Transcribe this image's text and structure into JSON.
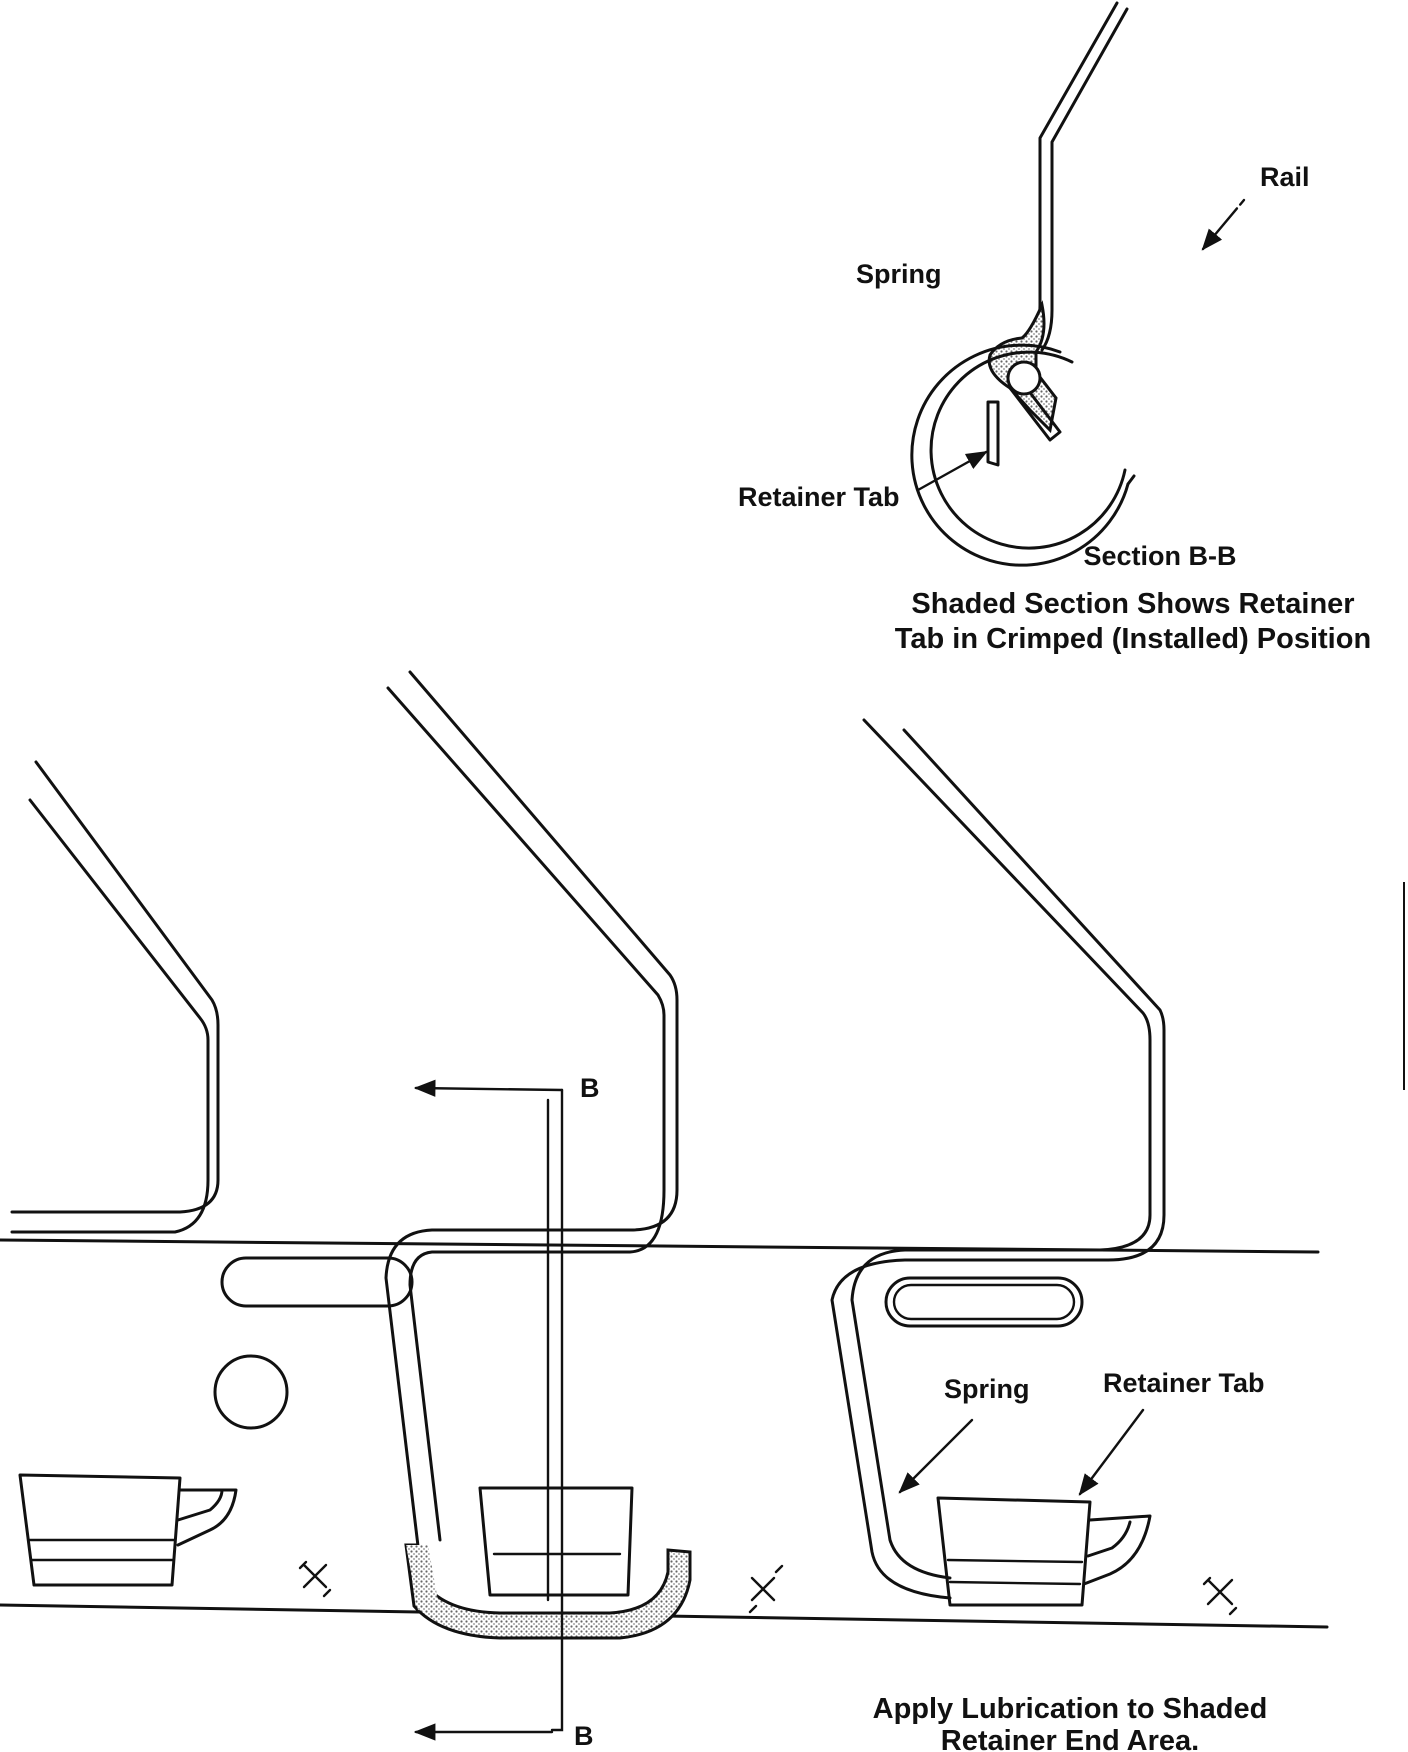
{
  "section_view": {
    "rail_label": "Rail",
    "spring_label": "Spring",
    "retainer_tab_label": "Retainer Tab",
    "title": "Section B-B",
    "caption_line1": "Shaded Section Shows Retainer",
    "caption_line2": "Tab in Crimped (Installed) Position"
  },
  "main_view": {
    "spring_label": "Spring",
    "retainer_tab_label": "Retainer Tab",
    "section_marker_top": "B",
    "section_marker_bottom": "B",
    "note_line1": "Apply Lubrication to Shaded",
    "note_line2": "Retainer End Area."
  },
  "colors": {
    "ink": "#111111",
    "shading": "#9a9a9a",
    "background": "#ffffff"
  }
}
